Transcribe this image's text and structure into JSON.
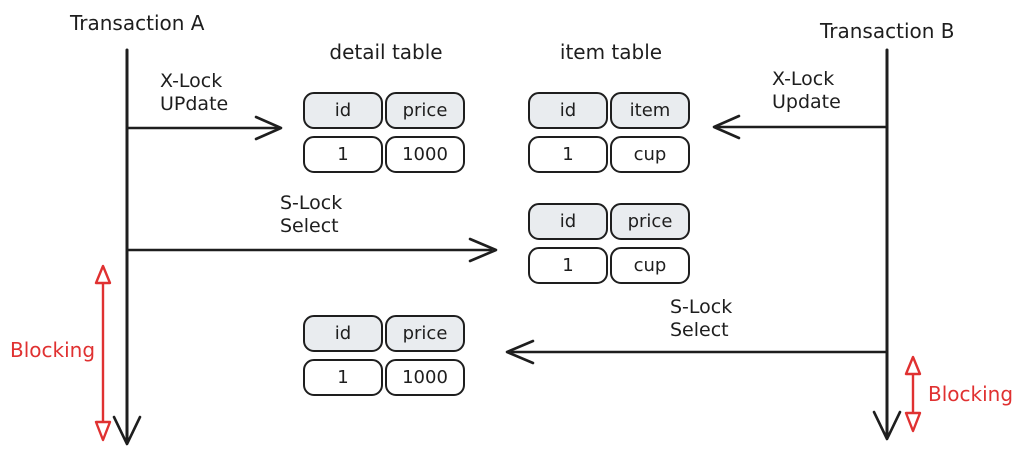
{
  "lifelines": {
    "a": {
      "label": "Transaction A"
    },
    "b": {
      "label": "Transaction B"
    }
  },
  "table_titles": {
    "detail": "detail table",
    "item": "item table"
  },
  "tables": [
    {
      "headers": [
        "id",
        "price"
      ],
      "row": [
        "1",
        "1000"
      ]
    },
    {
      "headers": [
        "id",
        "item"
      ],
      "row": [
        "1",
        "cup"
      ]
    },
    {
      "headers": [
        "id",
        "price"
      ],
      "row": [
        "1",
        "cup"
      ]
    },
    {
      "headers": [
        "id",
        "price"
      ],
      "row": [
        "1",
        "1000"
      ]
    }
  ],
  "messages": [
    {
      "lock": "X-Lock",
      "action": "UPdate"
    },
    {
      "lock": "X-Lock",
      "action": "Update"
    },
    {
      "lock": "S-Lock",
      "action": "Select"
    },
    {
      "lock": "S-Lock",
      "action": "Select"
    }
  ],
  "blocking": {
    "label": "Blocking"
  },
  "colors": {
    "ink": "#1e1e1e",
    "blocking_red": "#e03131",
    "table_header_fill": "#e9ecef"
  }
}
